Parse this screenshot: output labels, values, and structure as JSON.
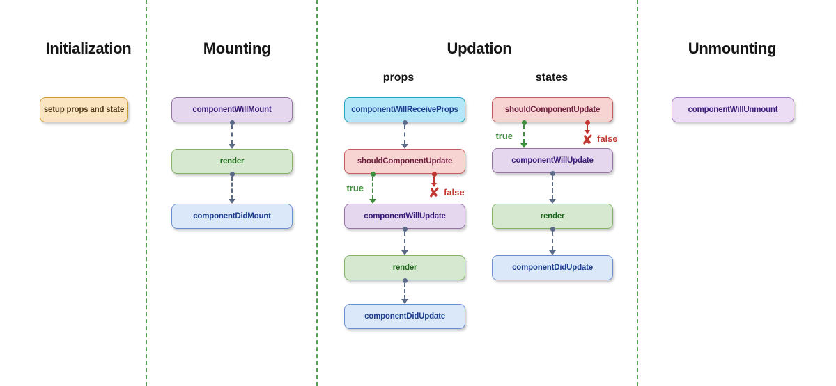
{
  "columns": {
    "initialization": {
      "title": "Initialization",
      "boxes": [
        {
          "label": "setup props and state"
        }
      ]
    },
    "mounting": {
      "title": "Mounting",
      "boxes": [
        {
          "label": "componentWillMount"
        },
        {
          "label": "render"
        },
        {
          "label": "componentDidMount"
        }
      ]
    },
    "updation": {
      "title": "Updation",
      "props_flow": {
        "subtitle": "props",
        "boxes": [
          {
            "label": "componentWillReceiveProps"
          },
          {
            "label": "shouldComponentUpdate"
          },
          {
            "label": "componentWillUpdate"
          },
          {
            "label": "render"
          },
          {
            "label": "componentDidUpdate"
          }
        ]
      },
      "states_flow": {
        "subtitle": "states",
        "boxes": [
          {
            "label": "shouldComponentUpdate"
          },
          {
            "label": "componentWillUpdate"
          },
          {
            "label": "render"
          },
          {
            "label": "componentDidUpdate"
          }
        ]
      },
      "branch_labels": {
        "true_label": "true",
        "false_label": "false"
      }
    },
    "unmounting": {
      "title": "Unmounting",
      "boxes": [
        {
          "label": "componentWillUnmount"
        }
      ]
    }
  },
  "icons": {
    "false_cross": "✘"
  },
  "palette": {
    "background": "#ffffff",
    "divider_green": "#55a055",
    "heading_text": "#161616",
    "arrow_slate": "#5b6a87",
    "true_green": "#3f8e3d",
    "false_red": "#c13732",
    "node_colors": {
      "orange": {
        "fill": "#fbe5c1",
        "stroke": "#cf9d33",
        "text": "#4f3a1c"
      },
      "purple": {
        "fill": "#e4d7ee",
        "stroke": "#9673a6",
        "text": "#3b1b77"
      },
      "green": {
        "fill": "#d7e8d0",
        "stroke": "#82b366",
        "text": "#20691c"
      },
      "blue": {
        "fill": "#dbe8fa",
        "stroke": "#6b8ece",
        "text": "#1c3e8c"
      },
      "cyan": {
        "fill": "#b4e7f8",
        "stroke": "#27a3c0",
        "text": "#1c3e8c"
      },
      "red": {
        "fill": "#f7d3d1",
        "stroke": "#c45d5d",
        "text": "#6e1e3e"
      },
      "lavender": {
        "fill": "#ecdcf4",
        "stroke": "#a67fc0",
        "text": "#3b1b77"
      }
    }
  }
}
